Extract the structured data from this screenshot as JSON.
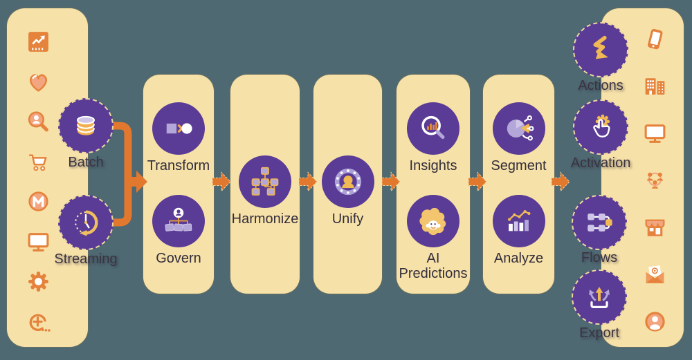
{
  "diagram_title": "customer data platform pipeline",
  "colors": {
    "background": "#4e6972",
    "panel_cream": "#f6e1a8",
    "circle_purple": "#5a3b96",
    "lavender": "#b3a7d9",
    "gold": "#f0b954",
    "arrow_orange": "#e2782e",
    "icon_orange": "#e5823c",
    "icon_salmon": "#f2a57e",
    "label_dark": "#332d3b"
  },
  "sources_panel": {
    "icons": [
      "performance-chart-icon",
      "heart-icon",
      "person-search-icon",
      "shopping-cart-icon",
      "mulesoft-icon",
      "desktop-icon",
      "gear-icon",
      "more-options-icon"
    ]
  },
  "ingest": {
    "items": [
      {
        "label": "Batch",
        "icon": "database-icon"
      },
      {
        "label": "Streaming",
        "icon": "streaming-clock-icon"
      }
    ]
  },
  "pipeline": {
    "columns": [
      {
        "items": [
          {
            "label": "Transform",
            "icon": "transform-icon"
          },
          {
            "label": "Govern",
            "icon": "govern-icon"
          }
        ]
      },
      {
        "items": [
          {
            "label": "Harmonize",
            "icon": "harmonize-icon"
          }
        ]
      },
      {
        "items": [
          {
            "label": "Unify",
            "icon": "unify-icon"
          }
        ]
      },
      {
        "items": [
          {
            "label": "Insights",
            "icon": "insights-icon"
          },
          {
            "label": "AI Predictions",
            "icon": "einstein-icon"
          }
        ]
      },
      {
        "items": [
          {
            "label": "Segment",
            "icon": "segment-icon"
          },
          {
            "label": "Analyze",
            "icon": "analyze-icon"
          }
        ]
      }
    ]
  },
  "outputs": {
    "items": [
      {
        "label": "Actions",
        "icon": "lightning-icon"
      },
      {
        "label": "Activation",
        "icon": "activation-hand-icon"
      },
      {
        "label": "Flows",
        "icon": "flow-nodes-icon"
      },
      {
        "label": "Export",
        "icon": "export-arrows-icon"
      }
    ]
  },
  "destinations_panel": {
    "icons": [
      "smartphone-icon",
      "buildings-icon",
      "desktop-icon",
      "people-group-icon",
      "storefront-icon",
      "email-at-icon",
      "person-avatar-icon"
    ]
  }
}
